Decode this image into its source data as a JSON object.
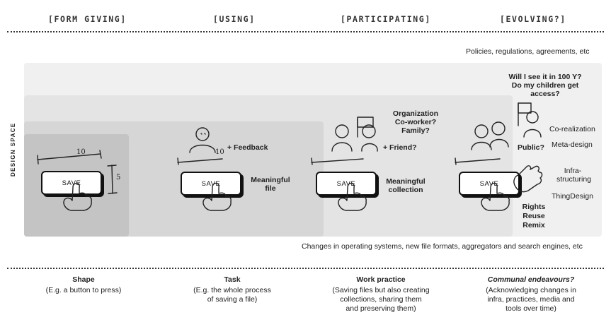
{
  "columns": [
    {
      "header": "[FORM GIVING]",
      "title": "Shape",
      "desc": [
        "(E.g. a button to press)"
      ]
    },
    {
      "header": "[USING]",
      "title": "Task",
      "desc": [
        "(E.g. the whole process",
        "of saving a file)"
      ]
    },
    {
      "header": "[PARTICIPATING]",
      "title": "Work practice",
      "desc": [
        "(Saving files but also creating",
        "collections, sharing them",
        "and preserving them)"
      ]
    },
    {
      "header": "[EVOLVING?]",
      "title": "Communal endeavours?",
      "desc": [
        "(Acknowledging changes in",
        "infra, practices, media and",
        "tools over time)"
      ]
    }
  ],
  "axis_label": "DESIGN SPACE",
  "top_note": "Policies, regulations, agreements, etc",
  "bottom_note": "Changes in operating systems, new file formats, aggregators and search engines, etc",
  "save_label": "SAVE",
  "measure": {
    "width": "10",
    "height": "5"
  },
  "stage2": {
    "feedback": "+ Feedback",
    "meaningful": [
      "Meaningful",
      "file"
    ]
  },
  "stage3": {
    "question": [
      "Organization",
      "Co-worker?",
      "Family?"
    ],
    "friend": "+ Friend?",
    "meaningful": [
      "Meaningful",
      "collection"
    ]
  },
  "stage4": {
    "question": [
      "Will I see it in 100 Y?",
      "Do my children get",
      "access?"
    ],
    "public": "Public?",
    "terms": [
      "Co-realization",
      "Meta-design",
      "Infra-",
      "structuring",
      "ThingDesign"
    ],
    "rights": [
      "Rights",
      "Reuse",
      "Remix"
    ]
  },
  "colors": {
    "panel_outer": "#f0f0f0",
    "panel_2": "#e4e4e4",
    "panel_3": "#d6d6d6",
    "panel_inner": "#c4c4c4"
  }
}
